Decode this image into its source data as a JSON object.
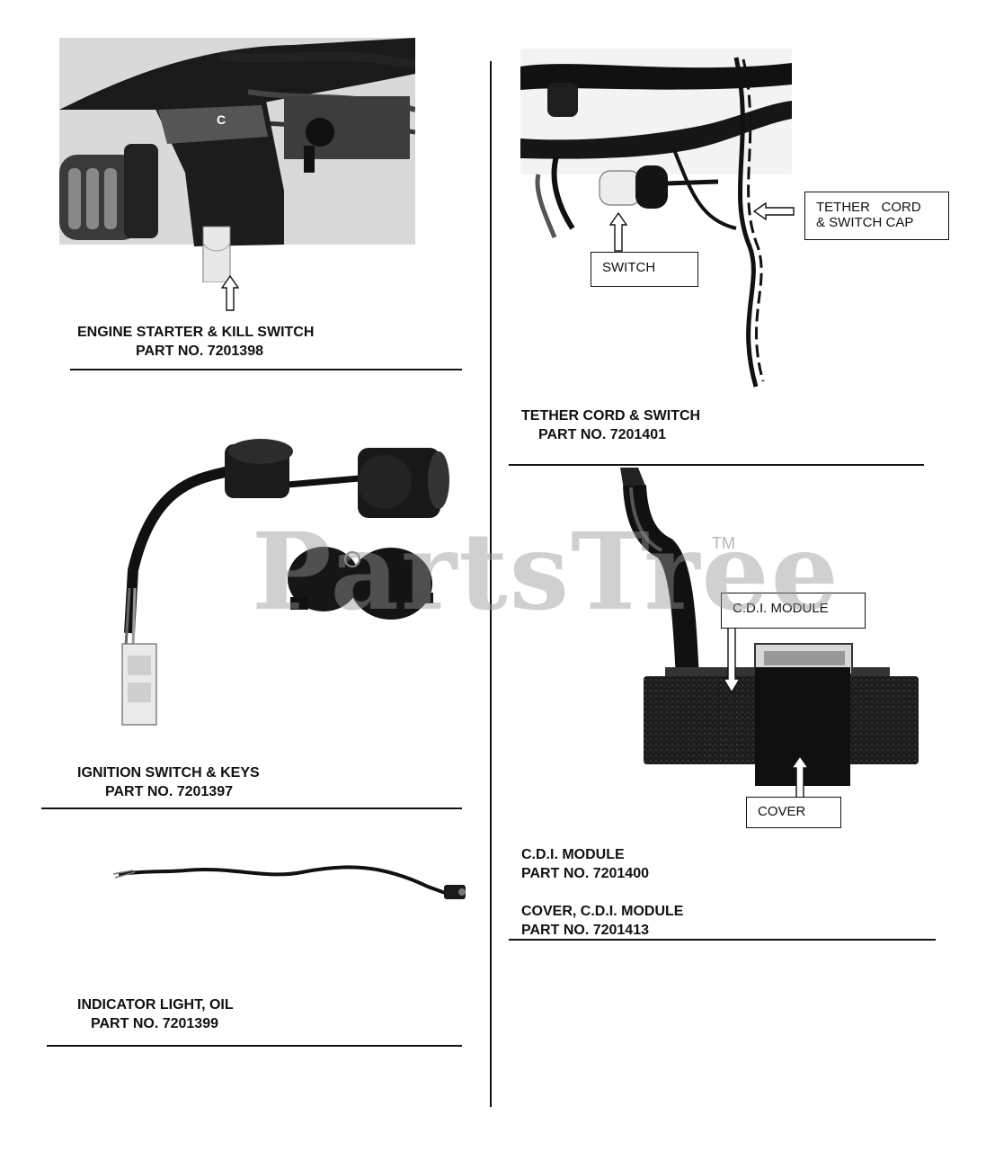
{
  "watermark": {
    "text": "PartsTree",
    "trademark": "TM"
  },
  "parts": {
    "engine_switch": {
      "name": "ENGINE STARTER & KILL SWITCH",
      "part": "PART NO. 7201398"
    },
    "ignition_switch": {
      "name": "IGNITION SWITCH & KEYS",
      "part": "PART NO. 7201397"
    },
    "indicator_light": {
      "name": "INDICATOR LIGHT, OIL",
      "part": "PART NO. 7201399"
    },
    "tether_cord": {
      "name": "TETHER CORD & SWITCH",
      "part": "PART NO. 7201401"
    },
    "cdi_module": {
      "name": "C.D.I. MODULE",
      "part": "PART NO. 7201400"
    },
    "cdi_cover": {
      "name": "COVER, C.D.I. MODULE",
      "part": "PART NO. 7201413"
    }
  },
  "callouts": {
    "switch": "SWITCH",
    "tether_line1": "TETHER   CORD",
    "tether_line2": "& SWITCH CAP",
    "cdi_module": "C.D.I. MODULE",
    "cover": "COVER"
  },
  "switch_letters": {
    "c": "C"
  },
  "colors": {
    "ink": "#111111",
    "watermark": "#969696"
  }
}
